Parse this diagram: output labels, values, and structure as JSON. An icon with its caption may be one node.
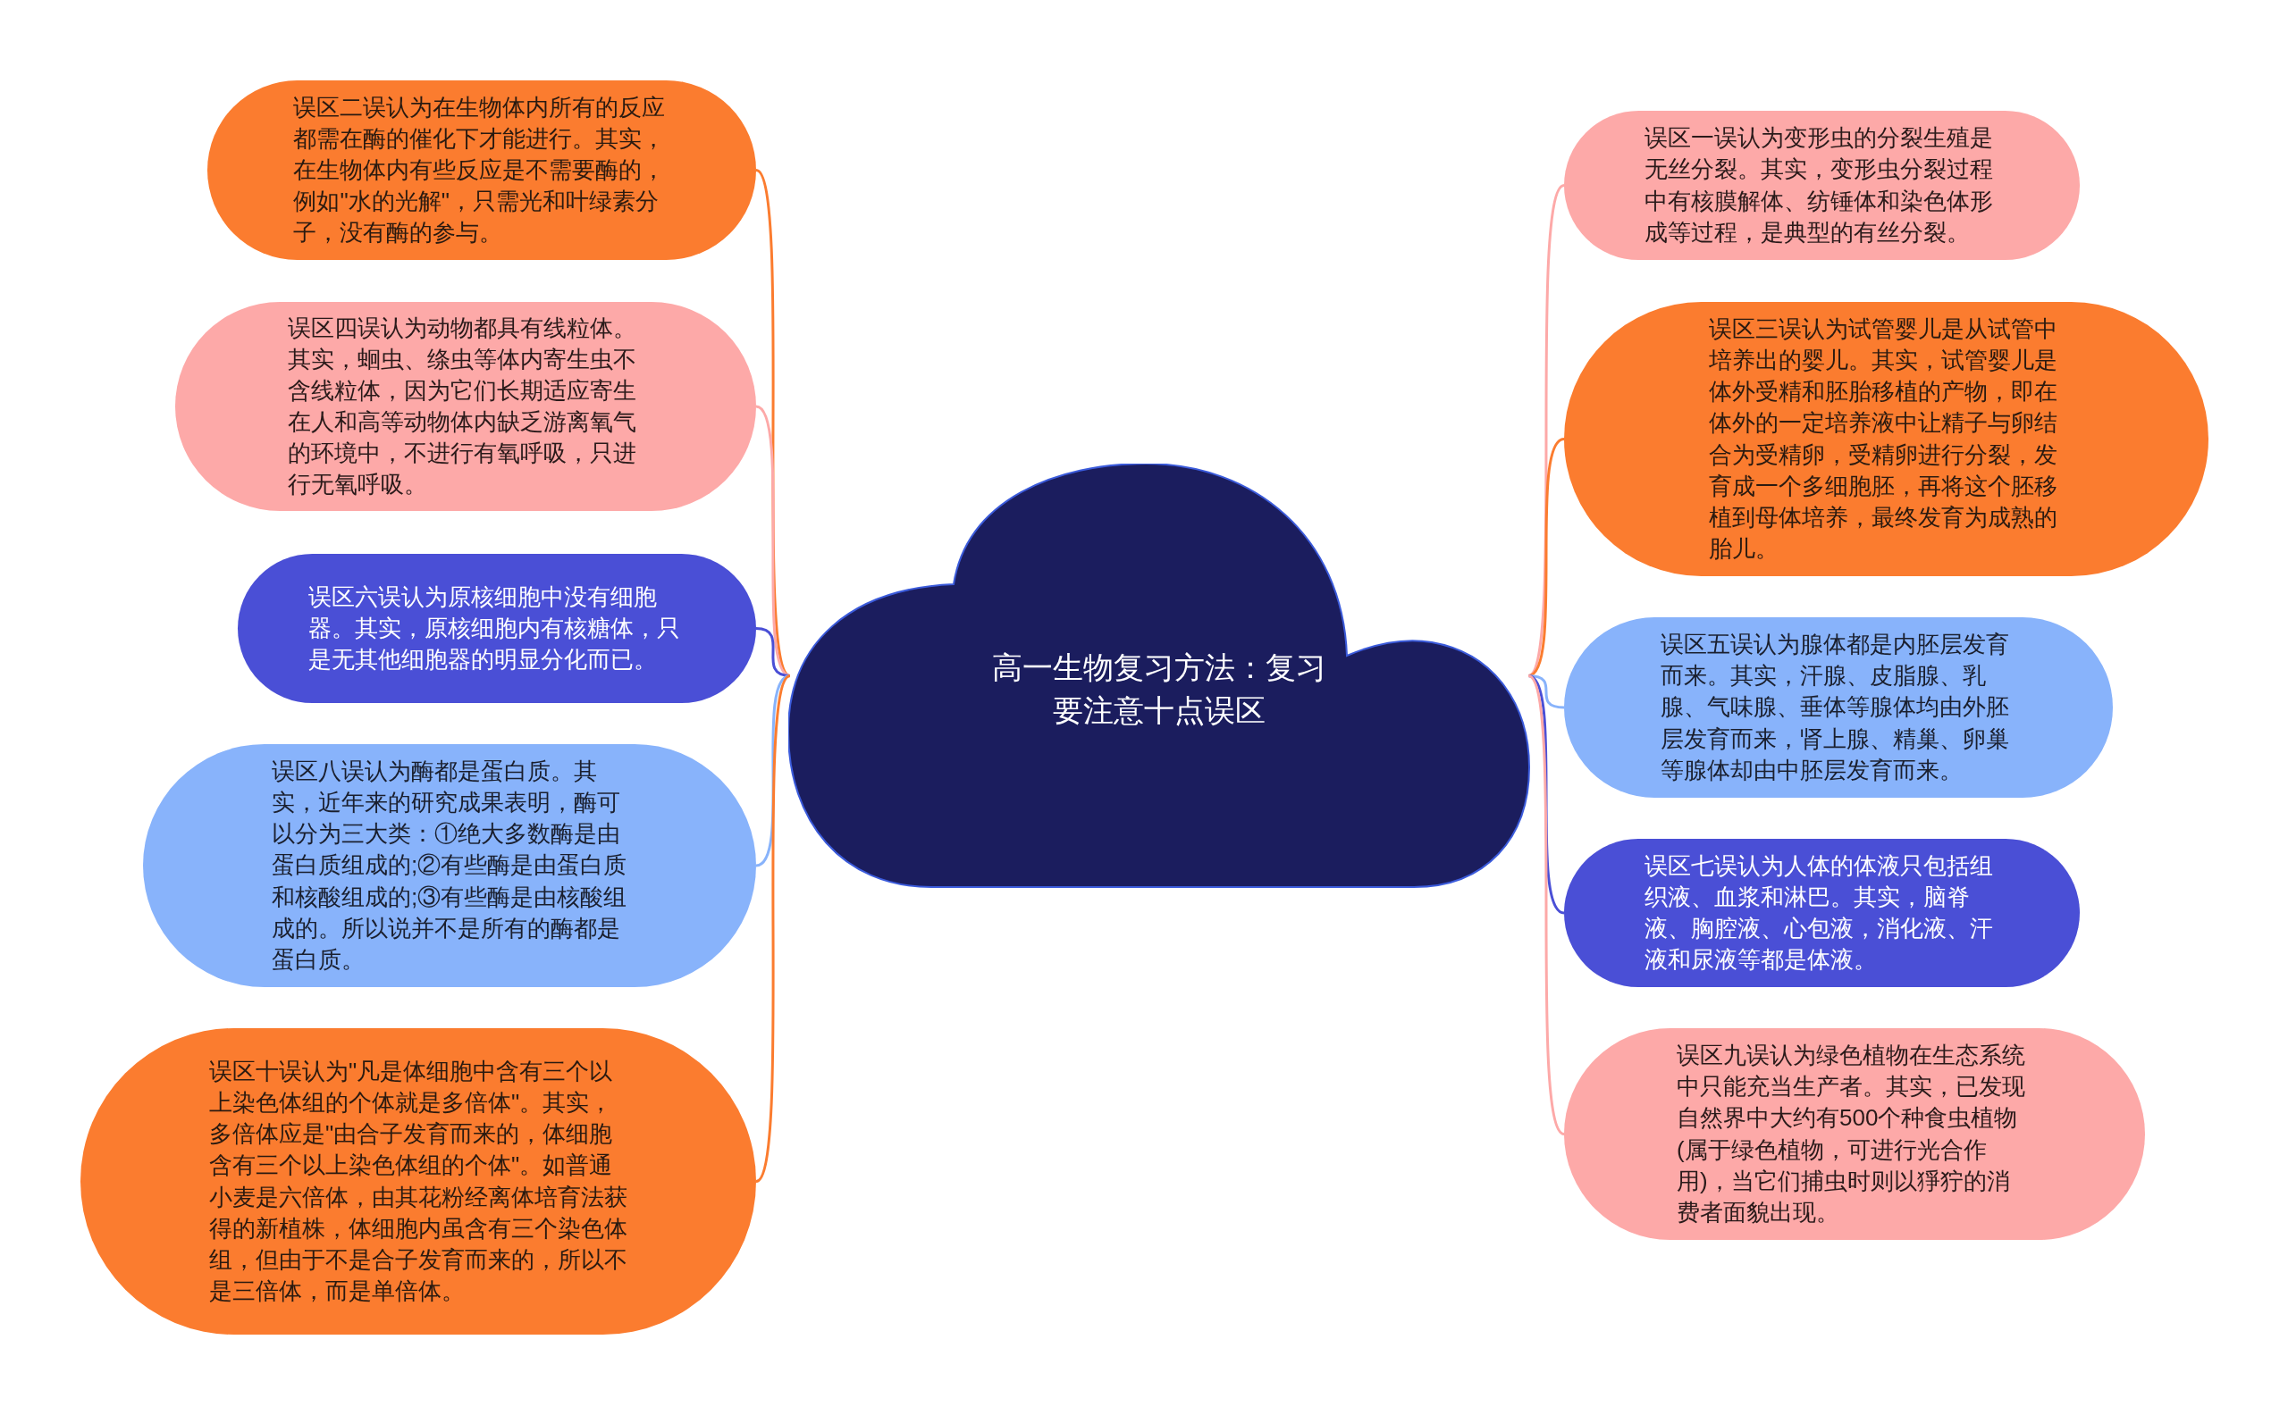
{
  "diagram": {
    "nodes": [
      {
        "text": [
          "高一生物复习方法：复习要注意十点误区"
        ]
      },
      {
        "text": [
          "误区二误认为在生物体内所有的反应都需在酶的催化下才能进行。其实，在生物体内有些反应是不需要酶的，例如\"水的光解\"，只需光和叶绿素分子，没有酶的参与。"
        ]
      },
      {
        "text": [
          "误区四误认为动物都具有线粒体。其实，蛔虫、绦虫等体内寄生虫不含线粒体，因为它们长期适应寄生在人和高等动物体内缺乏游离氧气的环境中，不进行有氧呼吸，只进行无氧呼吸。"
        ]
      },
      {
        "text": [
          "误区六误认为原核细胞中没有细胞器。其实，原核细胞内有核糖体，只是无其他细胞器的明显分化而已。"
        ]
      },
      {
        "text": [
          "误区八误认为酶都是蛋白质。其实，近年来的研究成果表明，酶可以分为三大类：①绝大多数酶是由蛋白质组成的;②有些酶是由蛋白质和核酸组成的;③有些酶是由核酸组成的。所以说并不是所有的酶都是蛋白质。"
        ]
      },
      {
        "text": [
          "误区十误认为\"凡是体细胞中含有三个以上染色体组的个体就是多倍体\"。其实，多倍体应是\"由合子发育而来的，体细胞含有三个以上染色体组的个体\"。如普通小麦是六倍体，由其花粉经离体培育法获得的新植株，体细胞内虽含有三个染色体组，但由于不是合子发育而来的，所以不是三倍体，而是单倍体。"
        ]
      },
      {
        "text": [
          "误区一误认为变形虫的分裂生殖是无丝分裂。其实，变形虫分裂过程中有核膜解体、纺锤体和染色体形成等过程，是典型的有丝分裂。"
        ]
      },
      {
        "text": [
          "误区三误认为试管婴儿是从试管中培养出的婴儿。其实，试管婴儿是体外受精和胚胎移植的产物，即在体外的一定培养液中让精子与卵结合为受精卵，受精卵进行分裂，发育成一个多细胞胚，再将这个胚移植到母体培养，最终发育为成熟的胎儿。"
        ]
      },
      {
        "text": [
          "误区五误认为腺体都是内胚层发育而来。其实，汗腺、皮脂腺、乳腺、气味腺、垂体等腺体均由外胚层发育而来，肾上腺、精巢、卵巢等腺体却由中胚层发育而来。"
        ]
      },
      {
        "text": [
          "误区七误认为人体的体液只包括组织液、血浆和淋巴。其实，脑脊液、胸腔液、心包液，消化液、汗液和尿液等都是体液。"
        ]
      },
      {
        "text": [
          "误区九误认为绿色植物在生态系统中只能充当生产者。其实，已发现自然界中大约有500个种食虫植物(属于绿色植物，可进行光合作用)，当它们捕虫时则以猙狞的消费者面貌出现。"
        ]
      }
    ],
    "edges": [
      {
        "from": 0,
        "to": 1,
        "arrow": "none",
        "color": "#fb7c2f"
      },
      {
        "from": 0,
        "to": 2,
        "arrow": "none",
        "color": "#fda9a8"
      },
      {
        "from": 0,
        "to": 3,
        "arrow": "none",
        "color": "#4a4fd6"
      },
      {
        "from": 0,
        "to": 4,
        "arrow": "none",
        "color": "#88b3fb"
      },
      {
        "from": 0,
        "to": 5,
        "arrow": "none",
        "color": "#fb7c2f"
      },
      {
        "from": 0,
        "to": 6,
        "arrow": "none",
        "color": "#fda9a8"
      },
      {
        "from": 0,
        "to": 7,
        "arrow": "none",
        "color": "#fb7c2f"
      },
      {
        "from": 0,
        "to": 8,
        "arrow": "none",
        "color": "#88b3fb"
      },
      {
        "from": 0,
        "to": 9,
        "arrow": "none",
        "color": "#4a4fd6"
      },
      {
        "from": 0,
        "to": 10,
        "arrow": "none",
        "color": "#fda9a8"
      }
    ]
  }
}
